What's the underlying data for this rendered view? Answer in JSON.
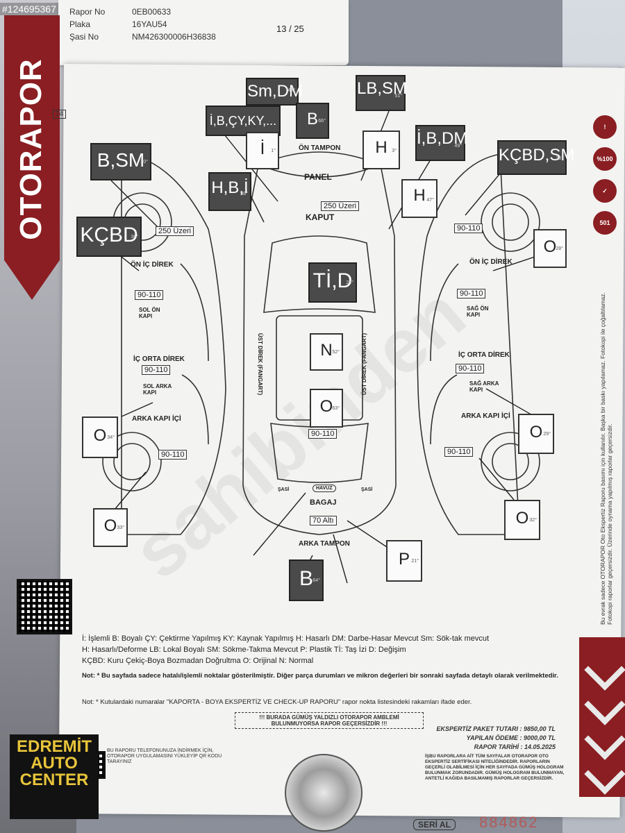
{
  "image_tag": "#124695367",
  "brand": "OTORAPOR",
  "header": {
    "rows": [
      {
        "label": "Rapor No",
        "value": "0EB00633"
      },
      {
        "label": "Plaka",
        "value": "16YAU54"
      },
      {
        "label": "Şasi No",
        "value": "NM426300006H36838"
      }
    ],
    "page": "13 / 25"
  },
  "small_num": "24",
  "tags": [
    {
      "text": "Sm,DM",
      "deg": "44°"
    },
    {
      "text": "LB,SM",
      "deg": "51°"
    },
    {
      "text": "İ,B,ÇY,KY,...",
      "deg": ""
    },
    {
      "text": "B",
      "deg": "66°"
    },
    {
      "text": "İ,B,DM",
      "deg": "49°"
    },
    {
      "text": "B,SM",
      "deg": "30°"
    },
    {
      "text": "KÇBD,SM",
      "deg": "26°"
    },
    {
      "text": "H,B,İ",
      "deg": "48°"
    },
    {
      "text": "KÇBD",
      "deg": "38°"
    },
    {
      "text": "Tİ,D",
      "deg": "24°"
    },
    {
      "text": "B",
      "deg": "64°"
    }
  ],
  "white_tags": [
    {
      "text": "İ",
      "deg": "1°"
    },
    {
      "text": "H",
      "deg": "3°"
    },
    {
      "text": "H",
      "deg": "47°"
    },
    {
      "text": "O",
      "deg": "28°"
    },
    {
      "text": "N",
      "deg": "52°"
    },
    {
      "text": "O",
      "deg": "63°"
    },
    {
      "text": "O",
      "deg": "34°"
    },
    {
      "text": "O",
      "deg": "29°"
    },
    {
      "text": "O",
      "deg": "33°"
    },
    {
      "text": "O",
      "deg": "32°"
    },
    {
      "text": "P",
      "deg": "21°"
    }
  ],
  "microns": [
    "250 Üzeri",
    "250 Üzeri",
    "90-110",
    "90-110",
    "90-110",
    "90-110",
    "90-110",
    "90-110",
    "90-110",
    "70 Altı",
    "90-110"
  ],
  "parts": {
    "on_tampon": "ÖN TAMPON",
    "panel": "PANEL",
    "kaput": "KAPUT",
    "on_ic_direk_l": "ÖN İÇ DİREK",
    "on_ic_direk_r": "ÖN İÇ DİREK",
    "ic_orta_l": "İÇ ORTA DİREK",
    "ic_orta_r": "İÇ ORTA DİREK",
    "sol_on_kapi": "SOL ÖN KAPI",
    "sag_on_kapi": "SAĞ ÖN KAPI",
    "sol_arka_kapi": "SOL ARKA KAPI",
    "sag_arka_kapi": "SAĞ ARKA KAPI",
    "arka_kapi_ici_l": "ARKA KAPI İÇİ",
    "arka_kapi_ici_r": "ARKA KAPI İÇİ",
    "ust_direk_l": "ÜST DİREK (FANGART)",
    "ust_direk_r": "ÜST DİREK (FANGART)",
    "bagaj": "BAGAJ",
    "havuz": "HAVUZ",
    "arka_tampon": "ARKA TAMPON",
    "sasi": "ŞASİ"
  },
  "legend_lines": [
    "İ: İşlemli B: Boyalı ÇY: Çektirme Yapılmış KY: Kaynak Yapılmış H: Hasarlı DM: Darbe-Hasar Mevcut Sm: Sök-tak mevcut",
    "H: Hasarlı/Deforme LB: Lokal Boyalı SM: Sökme-Takma Mevcut P: Plastik Tİ: Taş İzi D: Değişim",
    "KÇBD: Kuru Çekiç-Boya Bozmadan Doğrultma O: Orijinal N: Normal"
  ],
  "note1": "Not: * Bu sayfada sadece hatalı/işlemli noktalar gösterilmiştir. Diğer parça durumları ve mikron değerleri bir sonraki sayfada detaylı olarak verilmektedir.",
  "note2": "Not: * Kutulardaki numaralar \"KAPORTA - BOYA EKSPERTİZ VE CHECK-UP RAPORU\" rapor nokta listesindeki rakamları ifade eder.",
  "hologram_warning": "!!! BURADA GÜMÜŞ YALDIZLI OTORAPOR AMBLEMİ BULUNMUYORSA RAPOR GEÇERSİZDİR !!!",
  "prices": [
    "EKSPERTİZ PAKET TUTARI : 9850,00 TL",
    "YAPILAN ÖDEME : 9000,00 TL",
    "RAPOR TARİHİ : 14.05.2025"
  ],
  "silver_note": "İŞBU RAPORLARA AİT TÜM SAYFALAR OTORAPOR OTO EKSPERTİZ SERTİFİKASI NİTELİĞİNDEDİR. RAPORLARIN GEÇERLİ OLABİLMESİ İÇİN HER SAYFADA GÜMÜŞ HOLOGRAM BULUNMAK ZORUNDADIR. GÜMÜŞ HOLOGRAM BULUNMAYAN, ANTETLİ KAĞIDA BASILMAMIŞ RAPORLAR GEÇERSİZDİR.",
  "app_note": "BU RAPORU TELEFONUNUZA İNDİRMEK İÇİN, OTORAPOR UYGULAMASINI YÜKLEYİP QR KODU TARAYINIZ",
  "side_text": "Bu evrak sadece OTORAPOR Oto Ekspertiz Raporu basımı için kullanılır. Başka bir baskı yapılamaz. Fotokopi ile çoğaltılamaz. Fotokopi raporlar geçersizdir. Üzerinde oynama yapılmış raporlar geçersizdir.",
  "serial_label": "SERİ AL",
  "serial": "884862",
  "dealer": [
    "EDREMİT",
    "AUTO",
    "CENTER"
  ],
  "side_badges": [
    "!",
    "%100",
    "✓",
    "501"
  ],
  "watermark": "sahibinden"
}
